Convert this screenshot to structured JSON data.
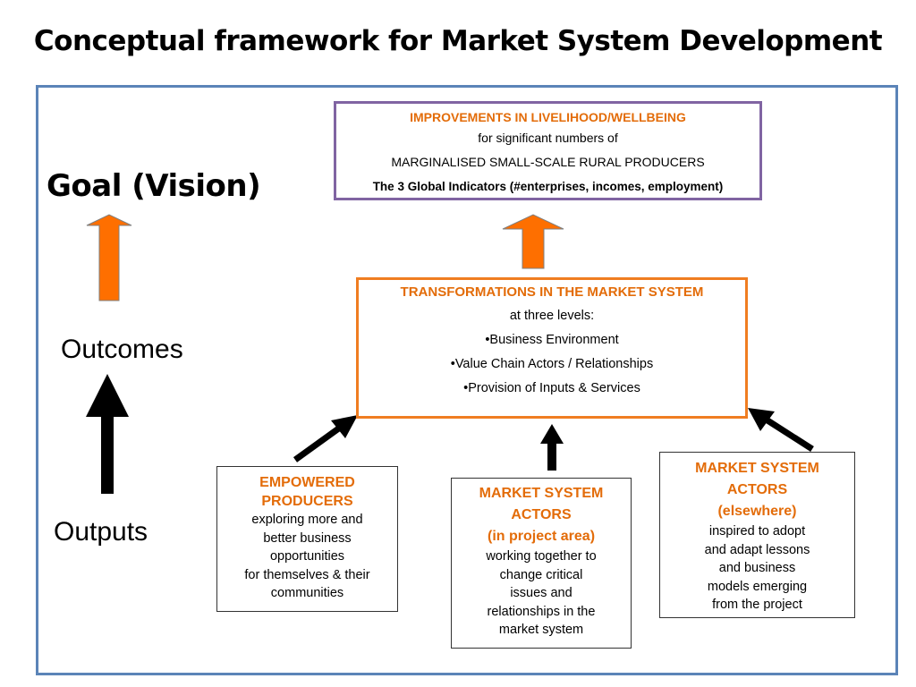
{
  "title": "Conceptual framework for Market System Development",
  "side_labels": {
    "goal": "Goal (Vision)",
    "outcomes": "Outcomes",
    "outputs": "Outputs"
  },
  "goal_box": {
    "heading": "IMPROVEMENTS IN LIVELIHOOD/WELLBEING",
    "line1": "for significant numbers of",
    "line2": "MARGINALISED SMALL-SCALE RURAL PRODUCERS",
    "line3": "The 3 Global Indicators (#enterprises, incomes, employment)"
  },
  "outcome_box": {
    "heading": "TRANSFORMATIONS IN THE MARKET SYSTEM",
    "line1": "at three levels:",
    "items": [
      "•Business Environment",
      "•Value Chain Actors / Relationships",
      "•Provision of Inputs & Services"
    ]
  },
  "output_boxes": {
    "producers": {
      "heading": [
        "EMPOWERED",
        "PRODUCERS"
      ],
      "body": [
        "exploring more and",
        "better business",
        "opportunities",
        "for themselves & their",
        "communities"
      ]
    },
    "actors_project": {
      "heading": [
        "MARKET SYSTEM",
        "ACTORS",
        "(in project area)"
      ],
      "body": [
        "working together to",
        "change critical",
        "issues and",
        "relationships in the",
        "market system"
      ]
    },
    "actors_elsewhere": {
      "heading": [
        "MARKET SYSTEM",
        "ACTORS",
        "(elsewhere)"
      ],
      "body": [
        "inspired to adopt",
        "and adapt lessons",
        "and business",
        "models emerging",
        "from the project"
      ]
    }
  },
  "colors": {
    "orange_text": "#e36c09",
    "orange_arrow": "#fe6f00",
    "purple_border": "#8064a2",
    "frame_border": "#5b84b8"
  }
}
